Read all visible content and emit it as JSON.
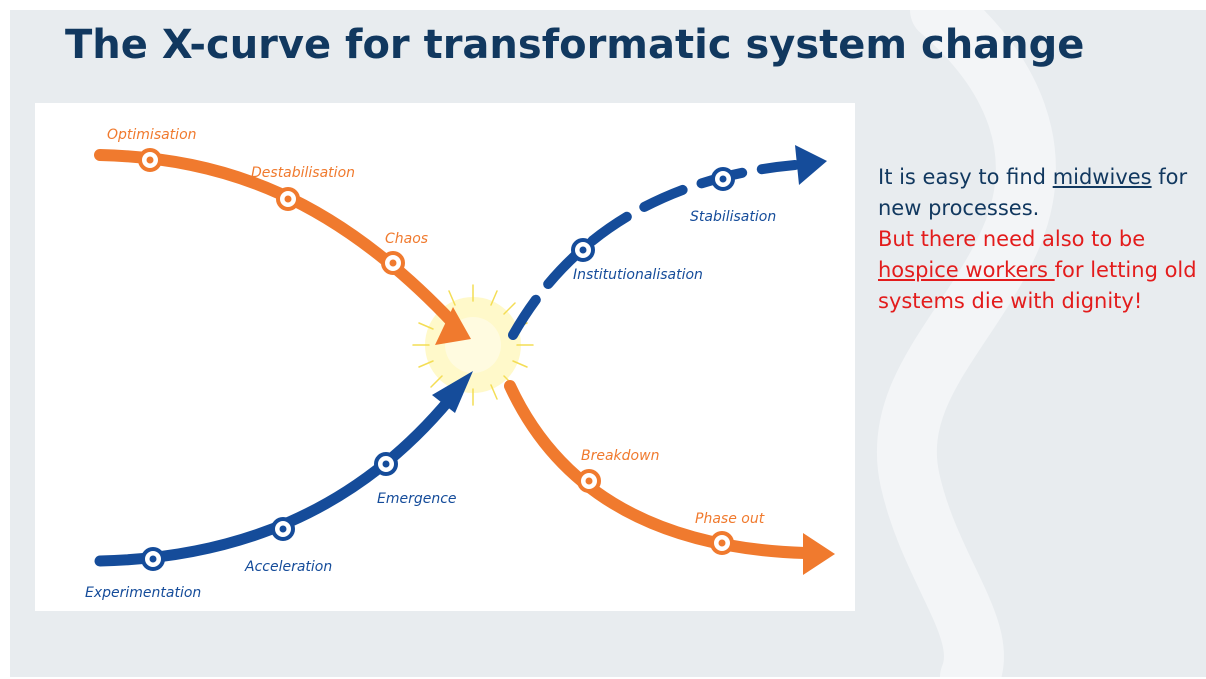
{
  "title": "The X-curve for transformatic system change",
  "colors": {
    "old_system_curve": "#f07a2e",
    "new_system_curve": "#154c9a",
    "title": "#11385f",
    "highlight_text": "#e31c1c",
    "burst": "#fff4a3"
  },
  "diagram": {
    "old_system_stages": [
      "Optimisation",
      "Destabilisation",
      "Chaos",
      "Breakdown",
      "Phase out"
    ],
    "new_system_stages": [
      "Experimentation",
      "Acceleration",
      "Emergence",
      "Institutionalisation",
      "Stabilisation"
    ]
  },
  "text_panel": {
    "para1_before": "It is easy to find ",
    "para1_link": "midwives",
    "para1_after": " for new processes.",
    "para2_before": "But there need also to be ",
    "para2_link": "hospice workers ",
    "para2_after": "for letting old systems die with dignity!"
  }
}
